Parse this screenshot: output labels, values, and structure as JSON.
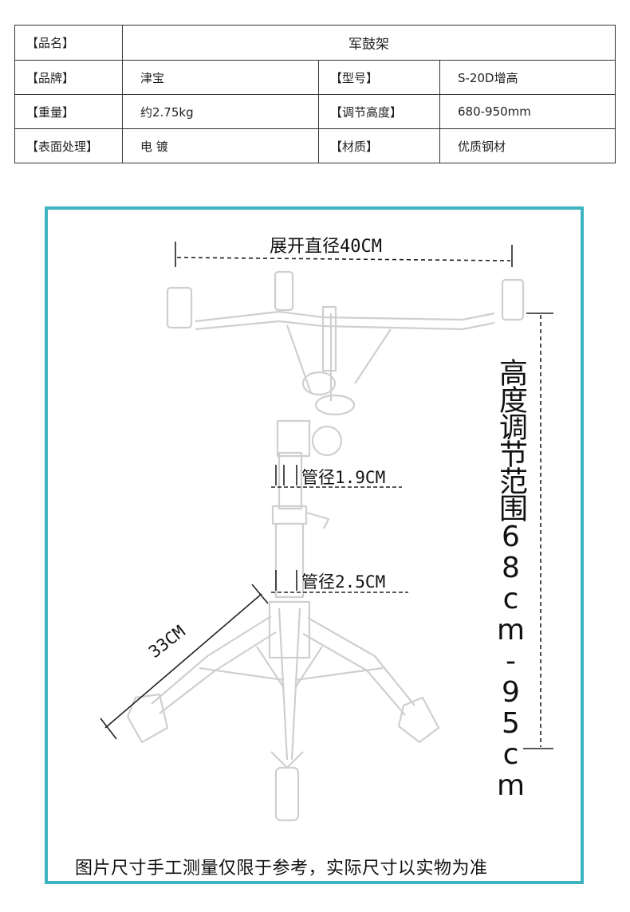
{
  "spec_table": {
    "name_label": "【品名】",
    "name_value": "军鼓架",
    "rows": [
      {
        "label1": "【品牌】",
        "value1": "津宝",
        "label2": "【型号】",
        "value2": "S-20D增高"
      },
      {
        "label1": "【重量】",
        "value1": "约2.75kg",
        "label2": "【调节高度】",
        "value2": "680-950mm"
      },
      {
        "label1": "【表面处理】",
        "value1": "电 镀",
        "label2": "【材质】",
        "value2": "优质钢材"
      }
    ]
  },
  "diagram": {
    "span_label": "展开直径40CM",
    "tube_upper": "管径1.9CM",
    "tube_lower": "管径2.5CM",
    "leg_label": "33CM",
    "height_label": "高度调节范围68cm-95cm",
    "note": "图片尺寸手工测量仅限于参考，实际尺寸以实物为准",
    "frame_color": "#3fb2c0"
  }
}
